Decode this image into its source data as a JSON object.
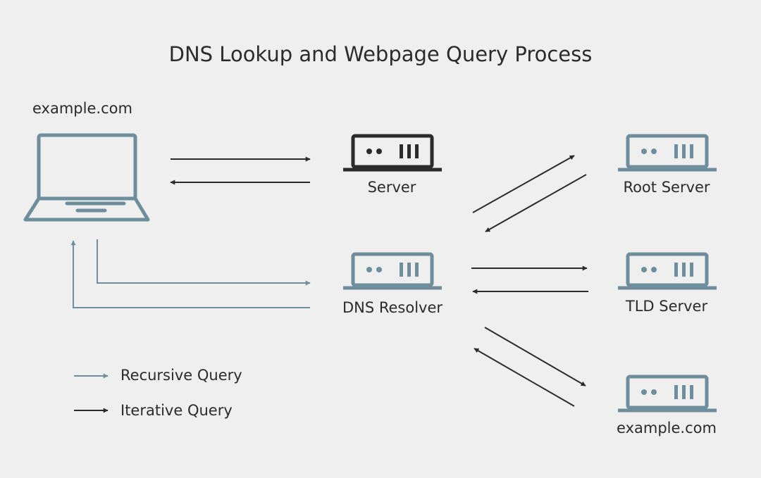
{
  "title": "DNS Lookup and Webpage Query Process",
  "client": {
    "label": "example.com",
    "icon": "laptop-icon"
  },
  "nodes": {
    "server": {
      "label": "Server",
      "icon": "server-icon"
    },
    "root_server": {
      "label": "Root Server",
      "icon": "server-icon"
    },
    "dns_resolver": {
      "label": "DNS Resolver",
      "icon": "server-icon"
    },
    "tld_server": {
      "label": "TLD Server",
      "icon": "server-icon"
    },
    "authoritative": {
      "label": "example.com",
      "icon": "server-icon"
    }
  },
  "legend": {
    "recursive": "Recursive Query",
    "iterative": "Iterative Query"
  },
  "colors": {
    "background": "#efefef",
    "recursive": "#6f8e9c",
    "iterative": "#2b2b2b",
    "text": "#2b2b2b"
  }
}
